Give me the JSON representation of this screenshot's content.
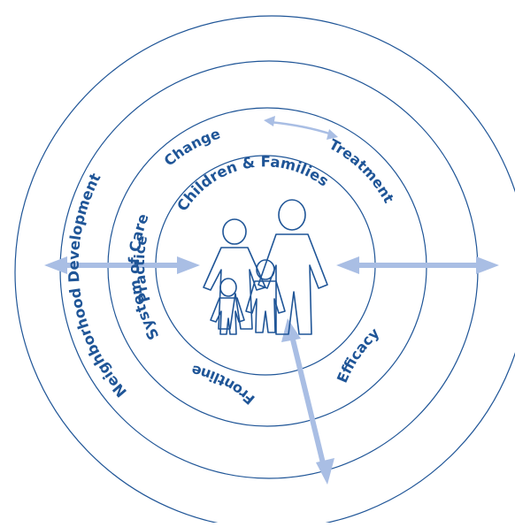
{
  "colors": {
    "ring": "#1f5597",
    "label": "#1f5597",
    "arrow": "#a9bee4",
    "figure": "#1f5597",
    "background": "#ffffff"
  },
  "rings": {
    "outer": "Neighborhood Development",
    "third": "System of Care",
    "second": "Practice",
    "inner": "Children & Families"
  },
  "labels": {
    "change": "Change",
    "treatment": "Treatment",
    "efficacy": "Efficacy",
    "frontline": "Frontline"
  },
  "icons": {
    "family": "family-icon",
    "arrow": "double-headed-arrow"
  }
}
